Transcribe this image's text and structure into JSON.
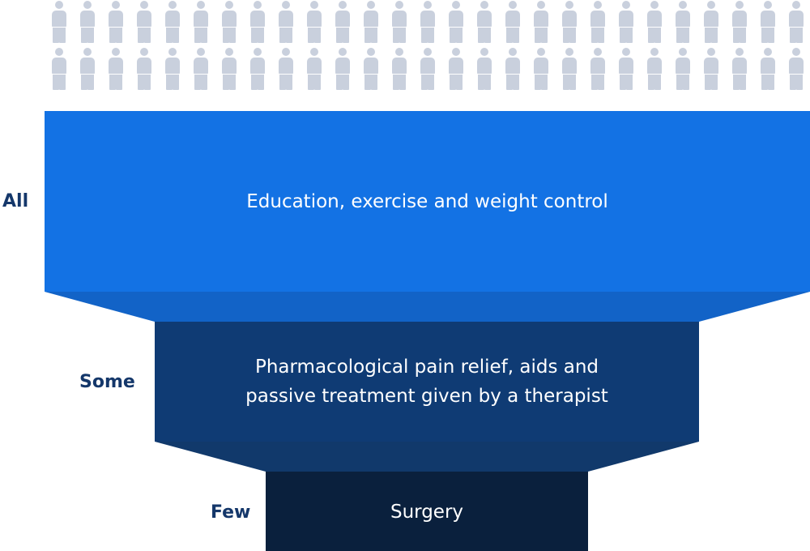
{
  "colors": {
    "people": "#c9d0dd",
    "tier_1": "#1372e4",
    "tier_1_slope": "#1263c7",
    "tier_2": "#0f3b74",
    "tier_2_slope": "#11396b",
    "tier_3": "#0a203d",
    "label_text": "#14376a"
  },
  "people_icons": {
    "icon": "person-icon",
    "rows": 2,
    "per_row": 27
  },
  "tiers": [
    {
      "id": "tier-1",
      "level_label": "All",
      "text_lines": [
        "Education, exercise and weight control"
      ]
    },
    {
      "id": "tier-2",
      "level_label": "Some",
      "text_lines": [
        "Pharmacological pain relief, aids and",
        "passive treatment given by a therapist"
      ]
    },
    {
      "id": "tier-3",
      "level_label": "Few",
      "text_lines": [
        "Surgery"
      ]
    }
  ]
}
